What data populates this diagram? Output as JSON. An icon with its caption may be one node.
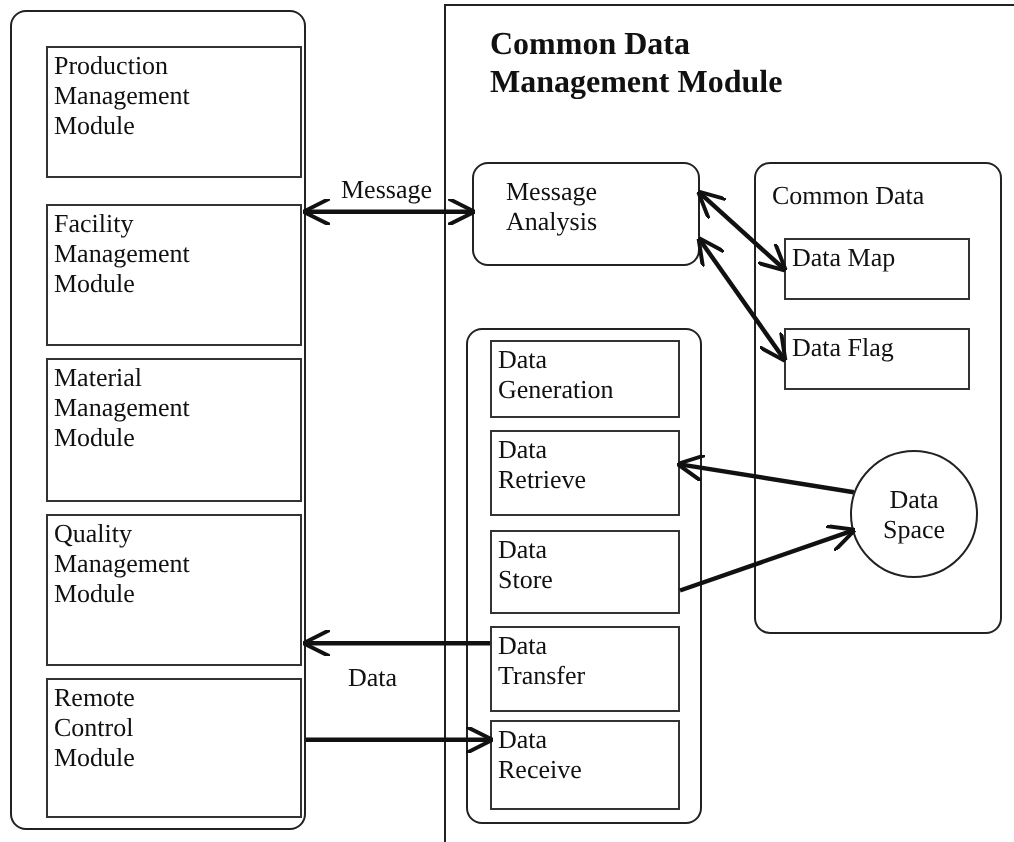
{
  "diagram": {
    "nodes": [
      {
        "text": [],
        "shape": "box"
      },
      {
        "text": [
          "Production Management Module"
        ],
        "in": 0
      },
      {
        "text": [
          "Facility Management Module"
        ],
        "in": 0
      },
      {
        "text": [
          "Material Management Module"
        ],
        "in": 0
      },
      {
        "text": [
          "Quality Management Module"
        ],
        "in": 0
      },
      {
        "text": [
          "Remote Control Module"
        ],
        "in": 0
      },
      {
        "text": [
          "Common Data Management Module"
        ]
      },
      {
        "text": [
          "Message Analysis"
        ],
        "in": 6
      },
      {
        "text": [
          "Common Data"
        ],
        "in": 6
      },
      {
        "text": [
          "Data Map"
        ],
        "in": 8
      },
      {
        "text": [
          "Data Flag"
        ],
        "in": 8
      },
      {
        "text": [
          "Data Space"
        ],
        "in": 8
      },
      {
        "text": [],
        "shape": "box",
        "in": 6
      },
      {
        "text": [
          "Data Generation"
        ],
        "in": 12
      },
      {
        "text": [
          "Data Retrieve"
        ],
        "in": 12
      },
      {
        "text": [
          "Data Store"
        ],
        "in": 12
      },
      {
        "text": [
          "Data Transfer"
        ],
        "in": 12
      },
      {
        "text": [
          "Data Receive"
        ],
        "in": 12
      }
    ],
    "edges": [
      {
        "from": 0,
        "to": 7,
        "arrow": "both",
        "label": "Message"
      },
      {
        "from": 7,
        "to": 9,
        "arrow": "both"
      },
      {
        "from": 7,
        "to": 10,
        "arrow": "both"
      },
      {
        "from": 11,
        "to": 14,
        "arrow": "to"
      },
      {
        "from": 15,
        "to": 11,
        "arrow": "to"
      },
      {
        "from": 16,
        "to": 0,
        "arrow": "to"
      },
      {
        "from": 0,
        "to": 17,
        "arrow": "to"
      }
    ],
    "labels": [
      "Data"
    ]
  }
}
